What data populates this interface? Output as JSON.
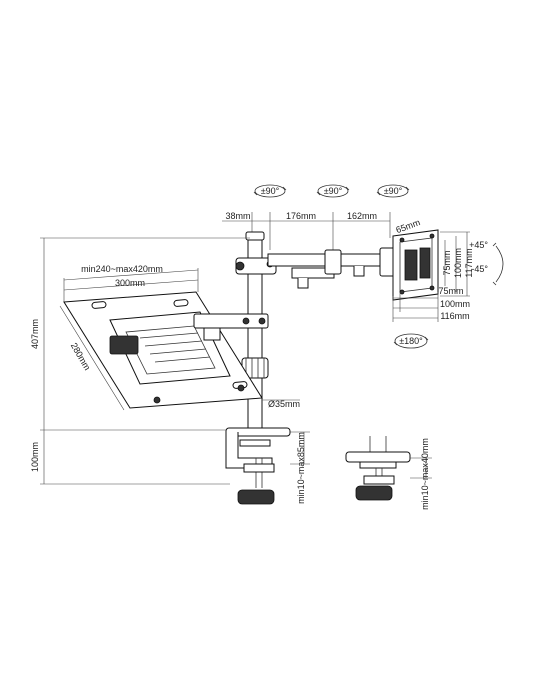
{
  "rotations": {
    "r1": "±90°",
    "r2": "±90°",
    "r3": "±90°",
    "r4": "±180°"
  },
  "tilt": {
    "up": "+45°",
    "down": "-45°"
  },
  "arm": {
    "seg1": "38mm",
    "seg2": "176mm",
    "seg3": "162mm",
    "seg4": "65mm"
  },
  "vesa": {
    "v75": "75mm",
    "v100": "100mm",
    "v117": "117mm",
    "h75": "75mm",
    "h100": "100mm",
    "h116": "116mm"
  },
  "tray": {
    "range": "min240~max420mm",
    "width": "300mm",
    "depth": "280mm"
  },
  "pole": {
    "height": "407mm",
    "diameter": "Ø35mm",
    "base_height": "100mm"
  },
  "clamp": {
    "range1": "min10~max85mm",
    "range2": "min10~max40mm"
  },
  "colors": {
    "line": "#111111",
    "fill_dark": "#333333",
    "background": "#ffffff"
  }
}
